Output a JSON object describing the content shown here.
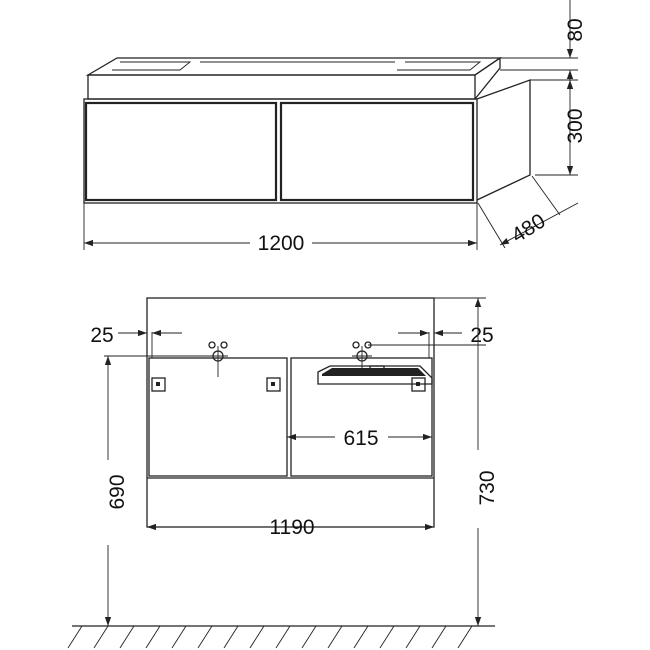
{
  "top_view": {
    "width_label": "1200",
    "depth_label": "480",
    "drawer_height_label": "300",
    "top_thickness_label": "80"
  },
  "front_view": {
    "left_offset_label": "25",
    "right_offset_label": "25",
    "drawer_split_label": "615",
    "inner_width_label": "1190",
    "pipe_height_label": "690",
    "total_height_label": "730"
  }
}
